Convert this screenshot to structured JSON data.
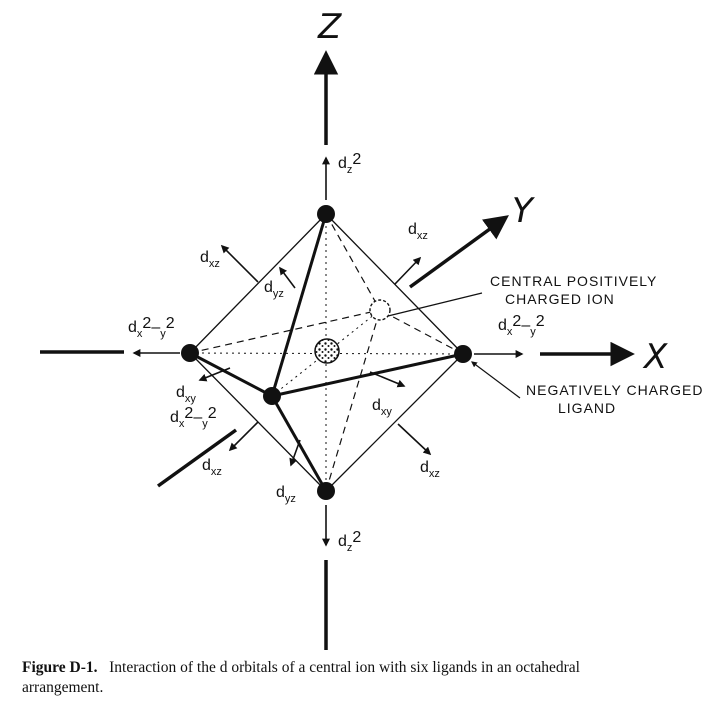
{
  "axes": {
    "z": "Z",
    "y": "Y",
    "x": "X"
  },
  "orbitals": {
    "dz2": {
      "d": "d",
      "sub": "z",
      "sup": "2"
    },
    "dxz": {
      "d": "d",
      "sub": "xz"
    },
    "dyz": {
      "d": "d",
      "sub": "yz"
    },
    "dxy": {
      "d": "d",
      "sub": "xy"
    },
    "dx2y2": {
      "d": "d",
      "sub_a": "x",
      "sup_a": "2",
      "dash": "–",
      "sub_b": "y",
      "sup_b": "2"
    }
  },
  "annotations": {
    "central_ion": {
      "line1": "CENTRAL POSITIVELY",
      "line2": "CHARGED ION"
    },
    "ligand": {
      "line1": "NEGATIVELY CHARGED",
      "line2": "LIGAND"
    }
  },
  "caption": {
    "number": "Figure D-1.",
    "text": "Interaction of the d orbitals of a central ion with six ligands in an octahedral",
    "text2": "arrangement."
  }
}
